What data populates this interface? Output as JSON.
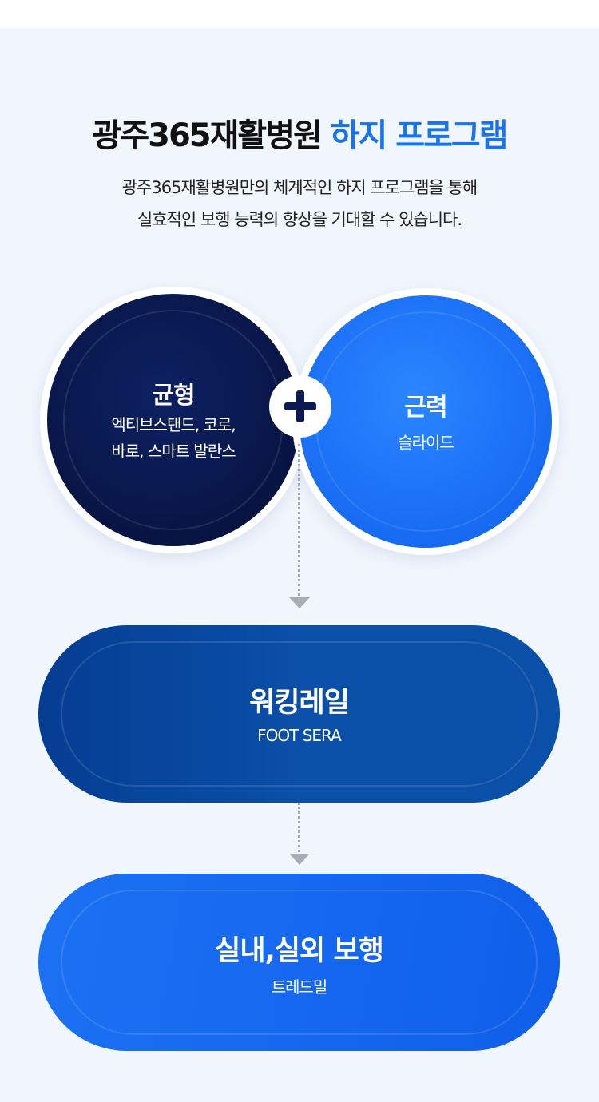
{
  "header": {
    "title_main": "광주365재활병원",
    "title_accent": "하지 프로그램",
    "description": [
      "광주365재활병원만의 체계적인 하지 프로그램을 통해",
      "실효적인 보행 능력의 향상을 기대할 수 있습니다."
    ]
  },
  "circles": [
    {
      "title": "균형",
      "lines": [
        "엑티브스탠드, 코로,",
        "바로, 스마트 발란스"
      ]
    },
    {
      "title": "근력",
      "lines": [
        "슬라이드"
      ]
    }
  ],
  "pills": [
    {
      "title": "워킹레일",
      "subtitle": "FOOT SERA"
    },
    {
      "title": "실내,실외 보행",
      "subtitle": "트레드밀"
    }
  ],
  "icons": {
    "plus": "plus-icon",
    "arrow": "arrow-down-icon"
  },
  "colors": {
    "accent": "#1a73e8",
    "dark_navy": "#0a1a50",
    "bright_blue": "#1a6ff5",
    "pill_navy": "#0a4fa8",
    "background": "#f1f6fd"
  }
}
